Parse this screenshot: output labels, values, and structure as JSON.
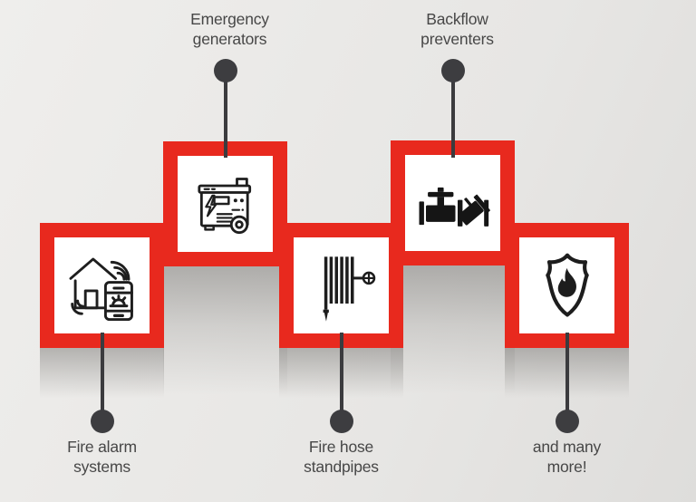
{
  "colors": {
    "accent_red": "#e8291e",
    "tile_white": "#ffffff",
    "icon_black": "#1d1d1d",
    "text_gray": "#474747",
    "connector_gray": "#3d3d40",
    "background_gray": "#e9e8e6"
  },
  "items": [
    {
      "label": "Fire alarm\nsystems",
      "icon": "smart-fire-alarm-icon",
      "label_position": "bottom"
    },
    {
      "label": "Emergency\ngenerators",
      "icon": "emergency-generator-icon",
      "label_position": "top"
    },
    {
      "label": "Fire hose\nstandpipes",
      "icon": "fire-hose-standpipe-icon",
      "label_position": "bottom"
    },
    {
      "label": "Backflow\npreventers",
      "icon": "backflow-preventer-icon",
      "label_position": "top"
    },
    {
      "label": "and many\nmore!",
      "icon": "shield-flame-icon",
      "label_position": "bottom"
    }
  ]
}
